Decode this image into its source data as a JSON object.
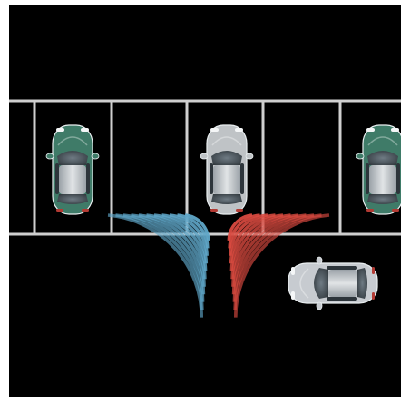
{
  "scene": {
    "background_color": "#000000",
    "line_color": "#cfcfcf",
    "sensor_left_color": "#5fa6c8",
    "sensor_right_color": "#d94a40",
    "cars": [
      {
        "id": "left-parked",
        "color": "#3f7b68"
      },
      {
        "id": "center-parked",
        "color": "#bfc3c6"
      },
      {
        "id": "right-parked",
        "color": "#3f7b68"
      },
      {
        "id": "moving-car",
        "color": "#c7cbd0"
      }
    ]
  }
}
